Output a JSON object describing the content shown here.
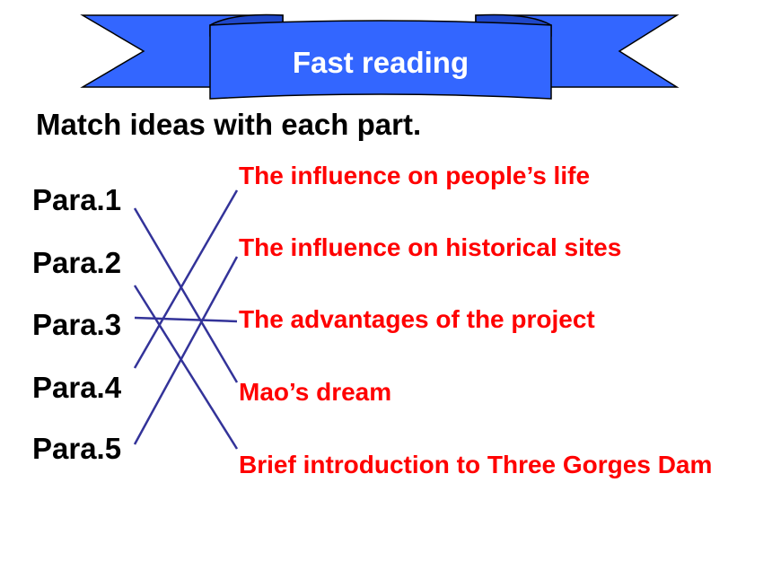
{
  "banner": {
    "title": "Fast reading",
    "fill_color": "#3366ff",
    "outline_color": "#000000",
    "text_color": "#ffffff"
  },
  "instruction": "Match ideas with each part.",
  "paras": [
    "Para.1",
    "Para.2",
    "Para.3",
    "Para.4",
    "Para.5"
  ],
  "ideas": [
    "The influence on people’s life",
    "The influence on historical sites",
    "The advantages of the project",
    "Mao’s dream",
    "Brief introduction to Three Gorges Dam"
  ],
  "matches": [
    {
      "para": "Para.1",
      "idea": "Mao’s dream"
    },
    {
      "para": "Para.2",
      "idea": "Brief introduction to Three Gorges Dam"
    },
    {
      "para": "Para.3",
      "idea": "The advantages of the project"
    },
    {
      "para": "Para.4",
      "idea": "The influence on people’s life"
    },
    {
      "para": "Para.5",
      "idea": "The influence on historical sites"
    }
  ],
  "colors": {
    "idea_text": "#ff0000",
    "match_line": "#333399",
    "para_text": "#000000"
  }
}
